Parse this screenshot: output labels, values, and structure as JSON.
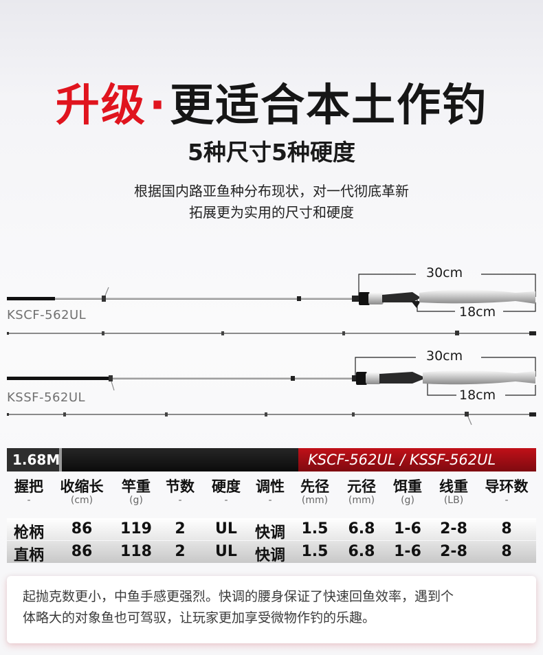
{
  "header": {
    "title_red": "升级",
    "title_dot": "·",
    "title_black": "更适合本土作钓",
    "subtitle": "5种尺寸5种硬度",
    "desc_line1": "根据国内路亚鱼种分布现状，对一代彻底革新",
    "desc_line2": "拓展更为实用的尺寸和硬度"
  },
  "rods": [
    {
      "model": "KSCF-562UL",
      "handle_length": "30cm",
      "grip_length": "18cm"
    },
    {
      "model": "KSSF-562UL",
      "handle_length": "30cm",
      "grip_length": "18cm"
    }
  ],
  "spec_bar": {
    "length": "1.68M",
    "models": "KSCF-562UL / KSSF-562UL"
  },
  "table": {
    "columns": [
      {
        "name": "握把",
        "unit": "-"
      },
      {
        "name": "收缩长",
        "unit": "(cm)"
      },
      {
        "name": "竿重",
        "unit": "(g)"
      },
      {
        "name": "节数",
        "unit": "-"
      },
      {
        "name": "硬度",
        "unit": "-"
      },
      {
        "name": "调性",
        "unit": "-"
      },
      {
        "name": "先径",
        "unit": "(mm)"
      },
      {
        "name": "元径",
        "unit": "(mm)"
      },
      {
        "name": "饵重",
        "unit": "(g)"
      },
      {
        "name": "线重",
        "unit": "(LB)"
      },
      {
        "name": "导环数",
        "unit": "-"
      }
    ],
    "rows": [
      [
        "枪柄",
        "86",
        "119",
        "2",
        "UL",
        "快调",
        "1.5",
        "6.8",
        "1-6",
        "2-8",
        "8"
      ],
      [
        "直柄",
        "86",
        "118",
        "2",
        "UL",
        "快调",
        "1.5",
        "6.8",
        "1-6",
        "2-8",
        "8"
      ]
    ]
  },
  "info": {
    "line1": "起抛克数更小，中鱼手感更强烈。快调的腰身保证了快速回鱼效率，遇到个",
    "line2": "体略大的对象鱼也可驾驭，让玩家更加享受微物作钓的乐趣。"
  },
  "colors": {
    "accent_red": "#e0141e",
    "bar_red": "#b0101a",
    "bar_dark": "#141414"
  }
}
